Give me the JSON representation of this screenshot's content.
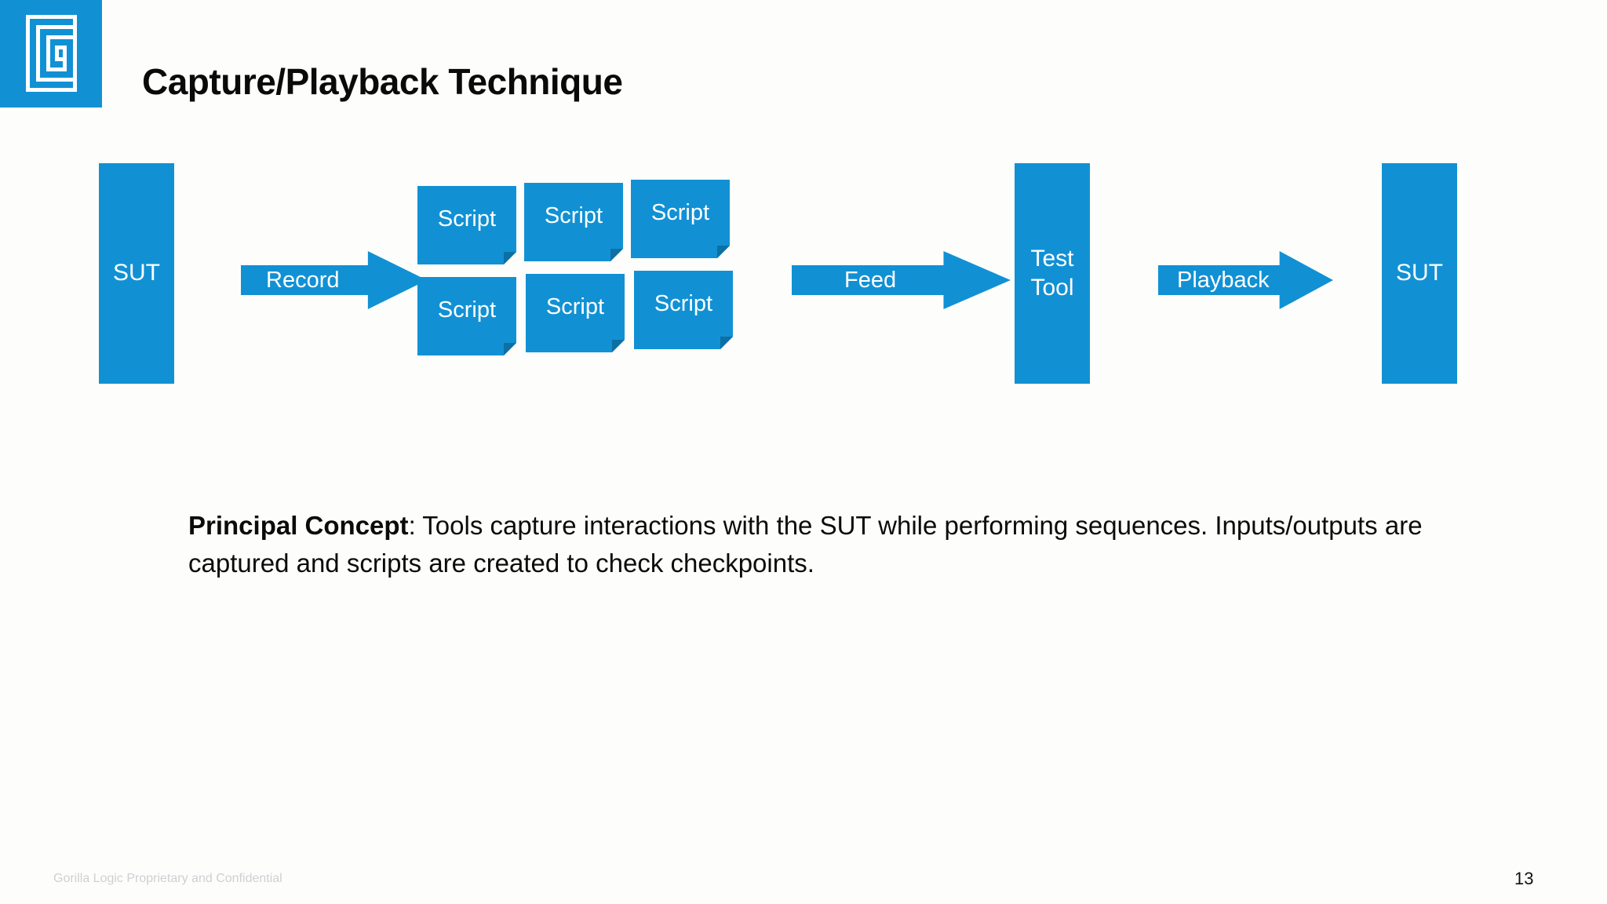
{
  "brand": {
    "logo_icon": "gorilla-logic-spiral-logo",
    "logo_color": "#1191d4"
  },
  "slide": {
    "title": "Capture/Playback Technique",
    "page_number": "13",
    "footer": "Gorilla Logic Proprietary and Confidential",
    "background_color": "#fdfefb",
    "accent_color": "#1191d4"
  },
  "diagram": {
    "nodes": {
      "sut_source": "SUT",
      "test_tool_line1": "Test",
      "test_tool_line2": "Tool",
      "sut_target": "SUT"
    },
    "arrows": [
      {
        "label": "Record"
      },
      {
        "label": "Feed"
      },
      {
        "label": "Playback"
      }
    ],
    "scripts": [
      {
        "label": "Script"
      },
      {
        "label": "Script"
      },
      {
        "label": "Script"
      },
      {
        "label": "Script"
      },
      {
        "label": "Script"
      },
      {
        "label": "Script"
      }
    ]
  },
  "body": {
    "lead": "Principal Concept",
    "rest": ": Tools capture interactions with the SUT while performing sequences. Inputs/outputs are captured and scripts are created to check checkpoints."
  }
}
